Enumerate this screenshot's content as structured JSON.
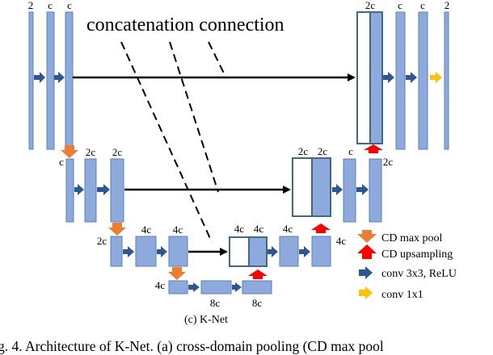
{
  "colors": {
    "block_fill": "#8ea9db",
    "block_stroke": "#5b7fbf",
    "concat_stroke": "#3a6c8a",
    "conv_arrow": "#2e5597",
    "pool_arrow": "#ed7d31",
    "up_arrow": "#ff0000",
    "final_arrow": "#ffc000"
  },
  "labels": {
    "concat": "concatenation connection",
    "c": "c",
    "n2": "2",
    "n2c": "2c",
    "n4c": "4c",
    "n8c": "8c",
    "knet": "(c) K-Net"
  },
  "legend": {
    "pool": "CD max pool",
    "up": "CD upsampling",
    "conv3": "conv 3x3, ReLU",
    "conv1": "conv 1x1"
  },
  "caption": "g. 4. Architecture of K-Net. (a) cross-domain pooling (CD max pool"
}
